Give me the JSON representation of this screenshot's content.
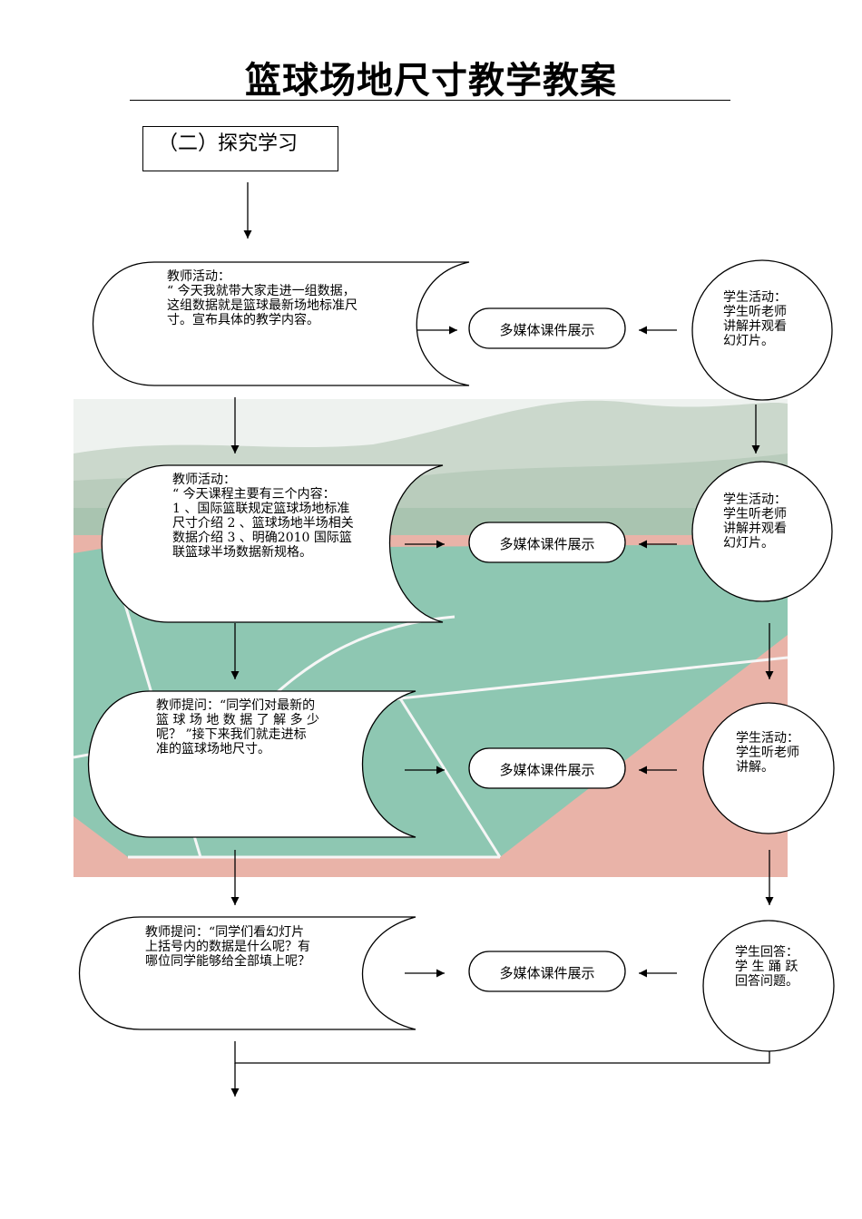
{
  "title": "篮球场地尺寸教学教案",
  "section": "（二）探究学习",
  "media_label": "多媒体课件展示",
  "rows": [
    {
      "teacher": "教师活动：\n“ 今天我就带大家走进一组数据，\n这组数据就是篮球最新场地标准尺\n寸。宣布具体的教学内容。",
      "student": "学生活动：\n学生听老师\n讲解并观看\n幻灯片。"
    },
    {
      "teacher": "教师活动：\n“ 今天课程主要有三个内容：\n1 、国际篮联规定篮球场地标准\n尺寸介绍 2 、篮球场地半场相关\n数据介绍 3 、明确2010 国际篮\n联篮球半场数据新规格。",
      "student": "学生活动：\n学生听老师\n讲解并观看\n幻灯片。"
    },
    {
      "teacher": "教师提问：“同学们对最新的\n篮 球 场 地 数 据 了 解 多 少\n呢？ ”接下来我们就走进标\n准的篮球场地尺寸。",
      "student": "学生活动：\n学生听老师\n讲解。"
    },
    {
      "teacher": "教师提问：“同学们看幻灯片\n上括号内的数据是什么呢？有\n哪位同学能够给全部填上呢？",
      "student": "学生回答：\n学 生 踊 跃\n回答问题。"
    }
  ],
  "colors": {
    "court_green": "#8fc8b4",
    "court_red": "#eab6ac",
    "sky": "#eef2ef",
    "hill": "#cbd8cc"
  }
}
